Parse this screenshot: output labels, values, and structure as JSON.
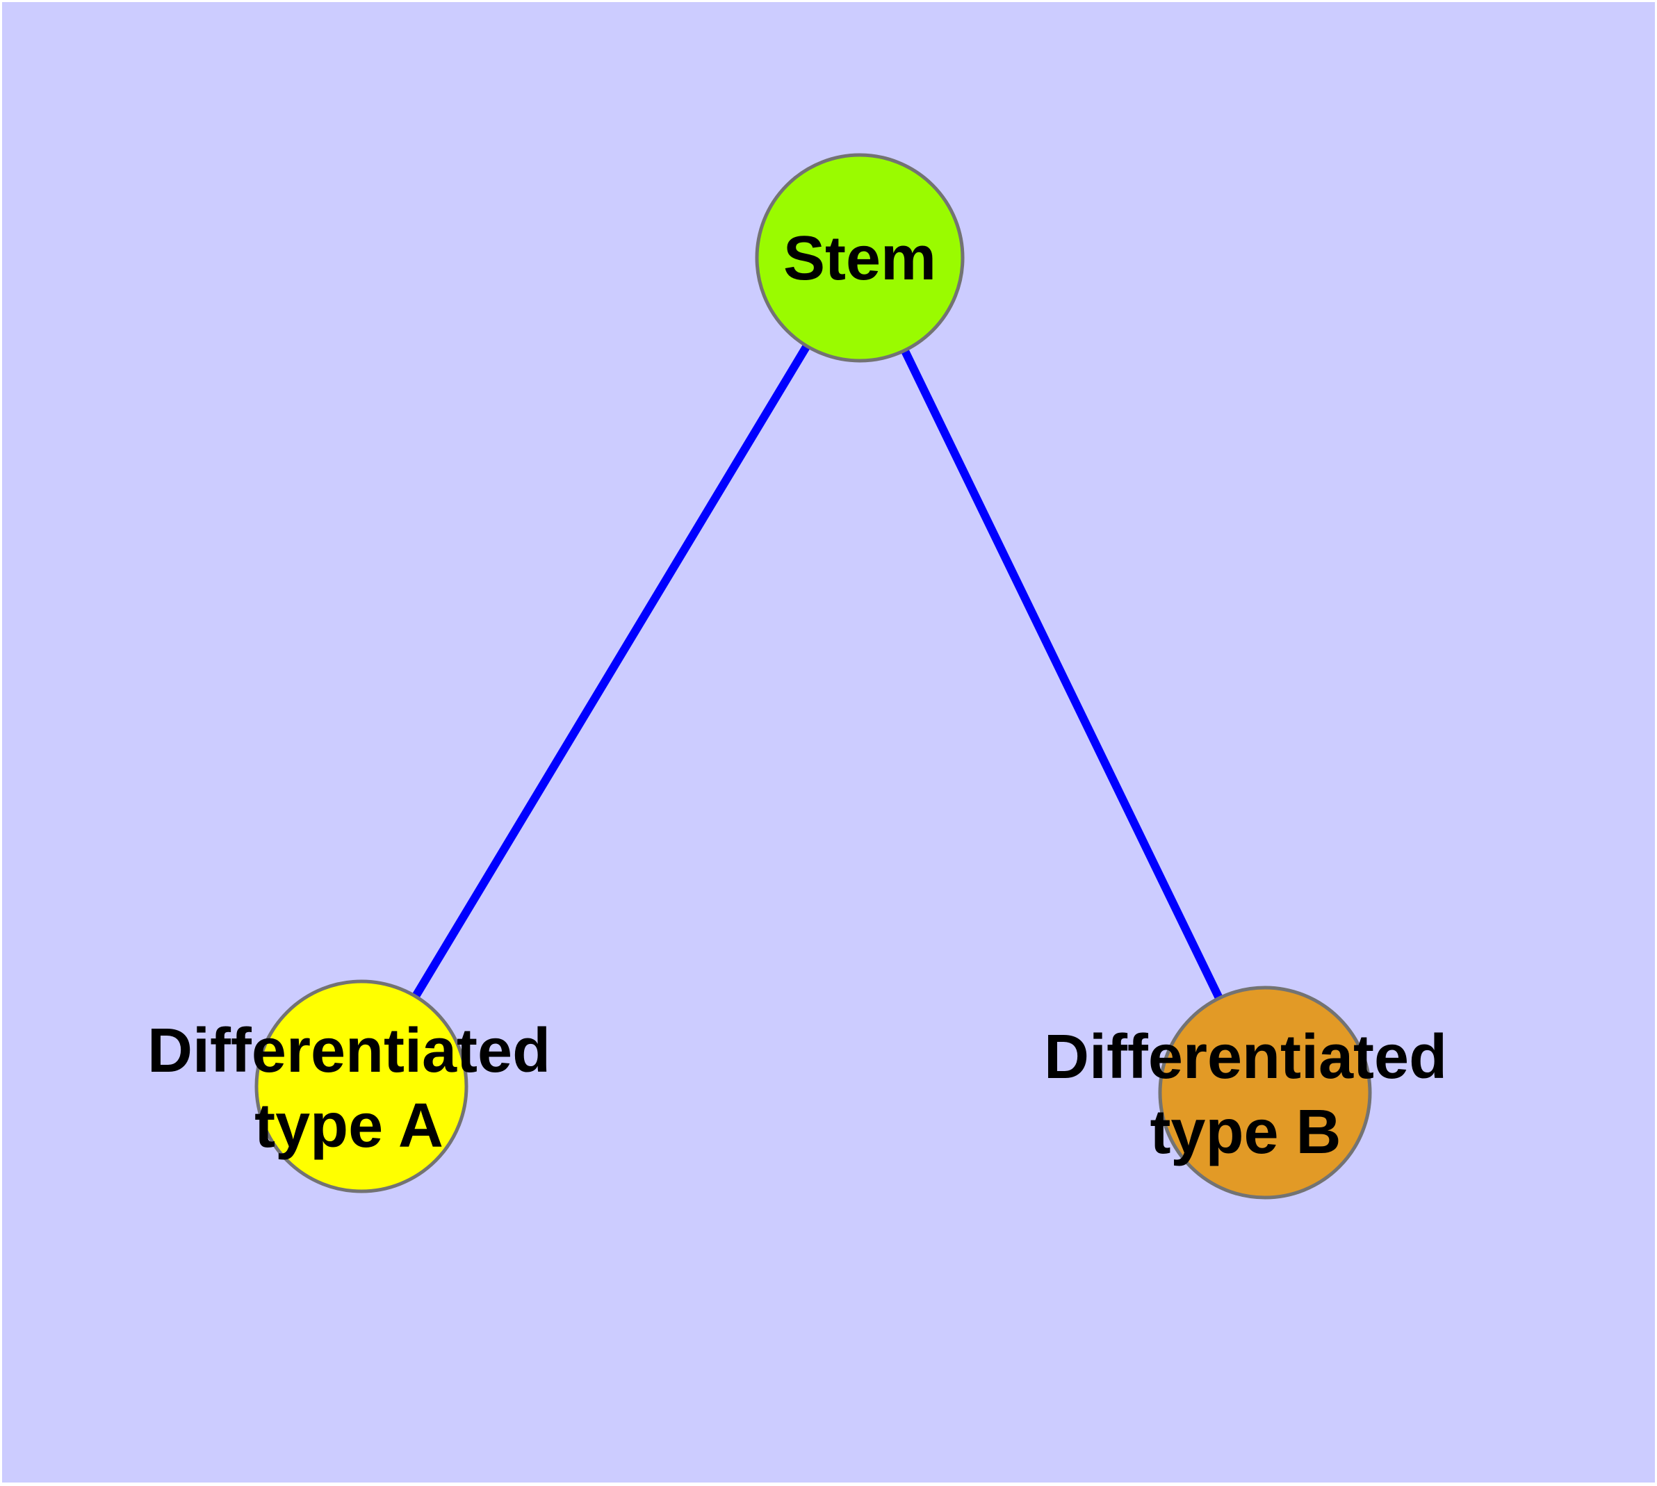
{
  "diagram": {
    "title": "Stem cell differentiation graph",
    "colors": {
      "background": "#CCCCFF",
      "page_margin": "#FFFFFF",
      "edge": "#0000FF",
      "node_border": "#737373",
      "label_text": "#000000"
    },
    "nodes": {
      "stem": {
        "label": "Stem",
        "fill": "#9AFB00"
      },
      "type_a": {
        "label": "Differentiated\ntype A",
        "fill": "#FFFF00"
      },
      "type_b": {
        "label": "Differentiated\ntype B",
        "fill": "#E29A26"
      }
    },
    "edges": [
      {
        "from": "Stem",
        "to": "Differentiated type A"
      },
      {
        "from": "Stem",
        "to": "Differentiated type B"
      }
    ]
  }
}
